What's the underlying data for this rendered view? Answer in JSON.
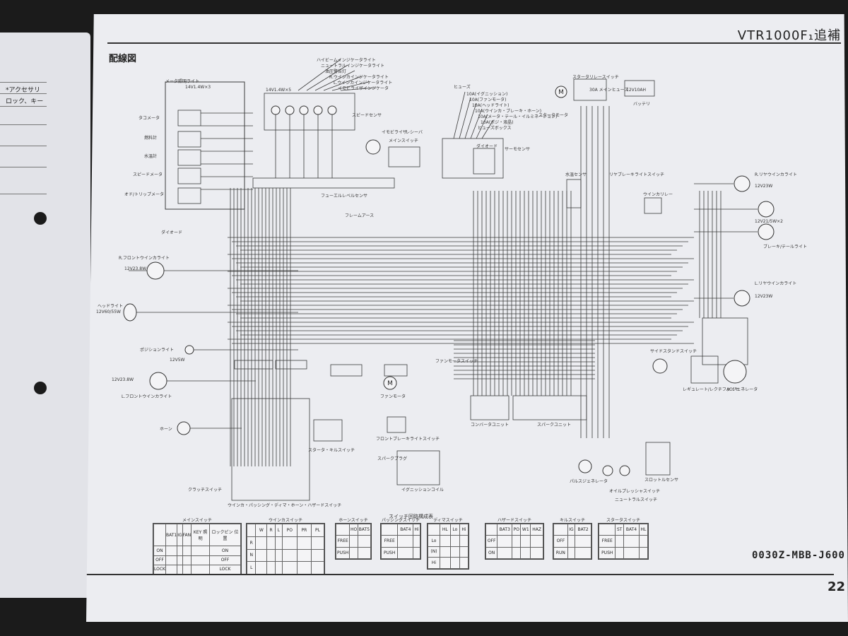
{
  "header": {
    "title": "VTR1000F₁追補",
    "part_number": "0030Z-MBB-J600",
    "page": "22"
  },
  "left_page": {
    "lines": [
      "*アクセサリ",
      "ロック、キー"
    ]
  },
  "diagram": {
    "title": "配線図",
    "labels": {
      "meter_light": "メータ照明ライト",
      "meter_bulb": "14V1.4W×3",
      "tacho": "タコメータ",
      "fuel_gauge": "燃料計",
      "water_temp": "水温計",
      "speedo": "スピードメータ",
      "odo": "オド/トリップメータ",
      "indicator_bulbs": "14V1.4W×5",
      "ind_hibeam": "ハイビームインジケータライト",
      "ind_neutral": "ニュートラルインジケータライト",
      "ind_oil": "油圧警告灯",
      "ind_r_winker": "R.ウインカインジケータライト",
      "ind_l_winker": "L.ウインカインジケータライト",
      "ind_immo": "イモビライザインジケータ",
      "diode": "ダイオード",
      "fuel_level": "フューエルレベルセンサ",
      "frame_earth": "フレームアース",
      "r_front_winker": "R.フロントウインカライト",
      "r_front_winker_w": "12V23.8W",
      "headlight": "ヘッドライト",
      "headlight_w": "12V60/55W",
      "position": "ポジションライト",
      "position_w": "12V5W",
      "l_front_winker_w": "12V23.8W",
      "l_front_winker": "L.フロントウインカライト",
      "horn": "ホーン",
      "clutch_sw": "クラッチスイッチ",
      "handle_sw": "ウインカ・パッシング・ディマ・ホーン・ハザードスイッチ",
      "speed_sensor": "スピードセンサ",
      "immobilizer": "イモビライザ",
      "receiver": "レシーバ",
      "main_sw": "メインスイッチ",
      "fuse": "ヒューズ",
      "fuse_1": "10A(イグニッション)",
      "fuse_2": "10A(ファンモータ)",
      "fuse_3": "10A(ヘッドライト)",
      "fuse_4": "10A(ウインカ・ブレーキ・ホーン)",
      "fuse_5": "10A(メータ・テール・イルミネーション)",
      "fuse_6": "10A(ポジ・液晶)",
      "fuse_box": "ヒューズボックス",
      "diode_2": "ダイオード",
      "thermo": "サーモセンサ",
      "starter_relay": "スタータリレースイッチ",
      "main_fuse": "30A メインヒューズ",
      "battery_spec": "12V10AH",
      "battery": "バッテリ",
      "starter_motor": "スタータモータ",
      "water_temp_sensor": "水温センサ",
      "rear_brake_sw": "リヤブレーキライトスイッチ",
      "winker_relay": "ウインカリレー",
      "r_rear_winker": "R.リヤウインカライト",
      "r_rear_winker_w": "12V23W",
      "tail_w": "12V21/5W×2",
      "brake_tail": "ブレーキ/テールライト",
      "l_rear_winker": "L.リヤウインカライト",
      "l_rear_winker_w": "12V23W",
      "fan_motor_sw": "ファンモータスイッチ",
      "fan_motor": "ファンモータ",
      "starter_kill": "スタータ・キルスイッチ",
      "front_brake_sw": "フロントブレーキライトスイッチ",
      "spark_plug": "スパークプラグ",
      "ign_coil": "イグニッションコイル",
      "converter": "コンバータユニット",
      "spark_unit": "スパークユニット",
      "side_stand_sw": "サイドスタンドスイッチ",
      "regulator": "レギュレート/レクチファイヤ",
      "ac_gen": "ACジェネレータ",
      "pulse_gen": "パルスジェネレータ",
      "oil_pressure_sw": "オイルプレッシャスイッチ",
      "neutral_sw": "ニュートラルスイッチ",
      "throttle_sensor": "スロットルセンサ"
    }
  },
  "switch_tables": {
    "caption": "スイッチ回路構成表",
    "main": {
      "name": "メインスイッチ",
      "header": [
        "",
        "BAT1",
        "IG",
        "FAN",
        "KEY 照明",
        "ロックピン 位置"
      ],
      "rows": [
        [
          "ON",
          "",
          "",
          "",
          "",
          "ON"
        ],
        [
          "OFF",
          "",
          "",
          "",
          "",
          "OFF"
        ],
        [
          "LOCK",
          "",
          "",
          "",
          "",
          "LOCK"
        ]
      ]
    },
    "winker": {
      "name": "ウインカスイッチ",
      "header": [
        "",
        "W",
        "R",
        "L",
        "PO",
        "PR",
        "PL"
      ],
      "rows": [
        [
          "R",
          "",
          "",
          "",
          "",
          "",
          ""
        ],
        [
          "N",
          "",
          "",
          "",
          "",
          "",
          ""
        ],
        [
          "L",
          "",
          "",
          "",
          "",
          "",
          ""
        ]
      ]
    },
    "horn": {
      "name": "ホーンスイッチ",
      "header": [
        "",
        "HO",
        "BAT5"
      ],
      "rows": [
        [
          "FREE",
          "",
          ""
        ],
        [
          "PUSH",
          "",
          ""
        ]
      ]
    },
    "passing": {
      "name": "パッシングスイッチ",
      "header": [
        "",
        "BAT4",
        "Hi"
      ],
      "rows": [
        [
          "FREE",
          "",
          ""
        ],
        [
          "PUSH",
          "",
          ""
        ]
      ]
    },
    "dimmer": {
      "name": "ディマスイッチ",
      "header": [
        "",
        "HL",
        "Lo",
        "Hi"
      ],
      "rows": [
        [
          "Lo",
          "",
          "",
          ""
        ],
        [
          "(N)",
          "",
          "",
          ""
        ],
        [
          "Hi",
          "",
          "",
          ""
        ]
      ]
    },
    "hazard": {
      "name": "ハザードスイッチ",
      "header": [
        "",
        "BAT3",
        "PO",
        "W1",
        "HAZ"
      ],
      "rows": [
        [
          "OFF",
          "",
          "",
          "",
          ""
        ],
        [
          "ON",
          "",
          "",
          "",
          ""
        ]
      ]
    },
    "kill": {
      "name": "キルスイッチ",
      "header": [
        "",
        "IG",
        "BAT2"
      ],
      "rows": [
        [
          "OFF",
          "",
          ""
        ],
        [
          "RUN",
          "",
          ""
        ]
      ]
    },
    "starter": {
      "name": "スタータスイッチ",
      "header": [
        "",
        "ST",
        "BAT4",
        "HL"
      ],
      "rows": [
        [
          "FREE",
          "",
          "",
          ""
        ],
        [
          "PUSH",
          "",
          "",
          ""
        ]
      ]
    }
  }
}
